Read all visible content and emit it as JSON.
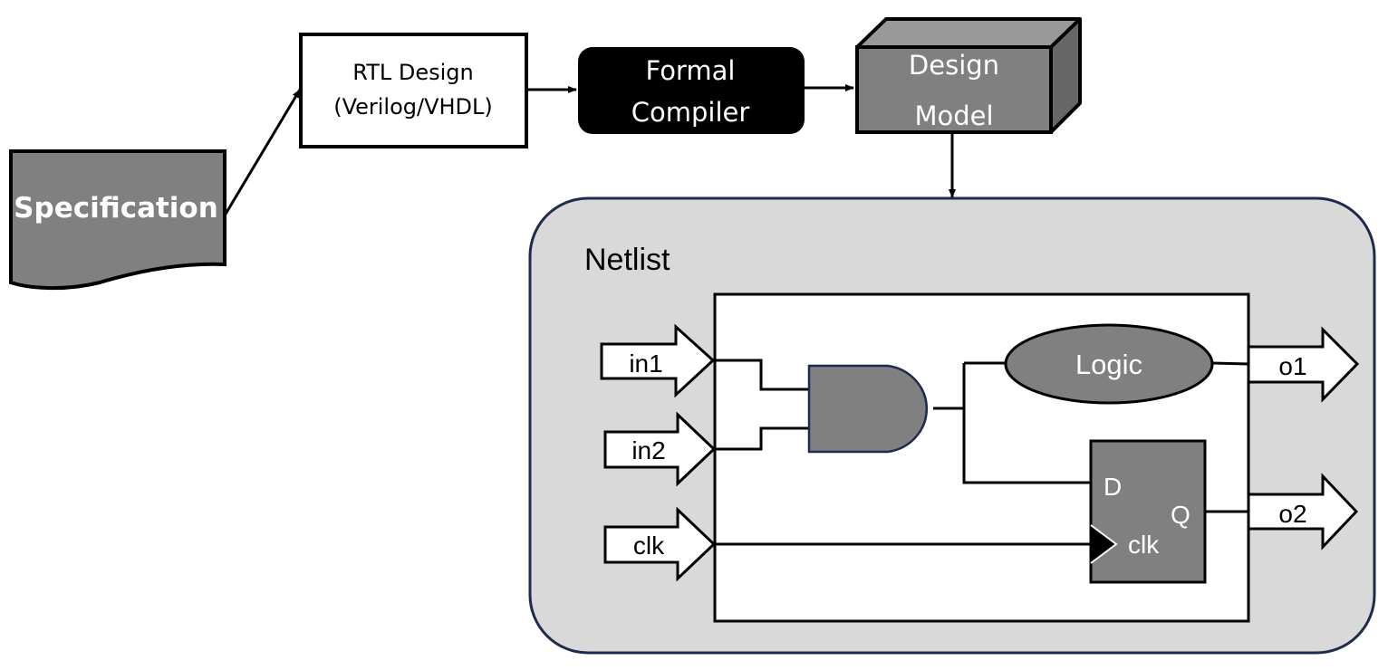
{
  "flow": {
    "specification": "Specification",
    "rtl_line1": "RTL Design",
    "rtl_line2": "(Verilog/VHDL)",
    "compiler_line1": "Formal",
    "compiler_line2": "Compiler",
    "model_line1": "Design",
    "model_line2": "Model"
  },
  "netlist": {
    "title": "Netlist",
    "inputs": [
      "in1",
      "in2",
      "clk"
    ],
    "outputs": [
      "o1",
      "o2"
    ],
    "logic_label": "Logic",
    "ff": {
      "d": "D",
      "q": "Q",
      "clk": "clk"
    }
  },
  "colors": {
    "gray_fill": "#808080",
    "netlist_bg": "#d9d9d9",
    "netlist_border": "#1f2a4f",
    "black": "#000000"
  }
}
